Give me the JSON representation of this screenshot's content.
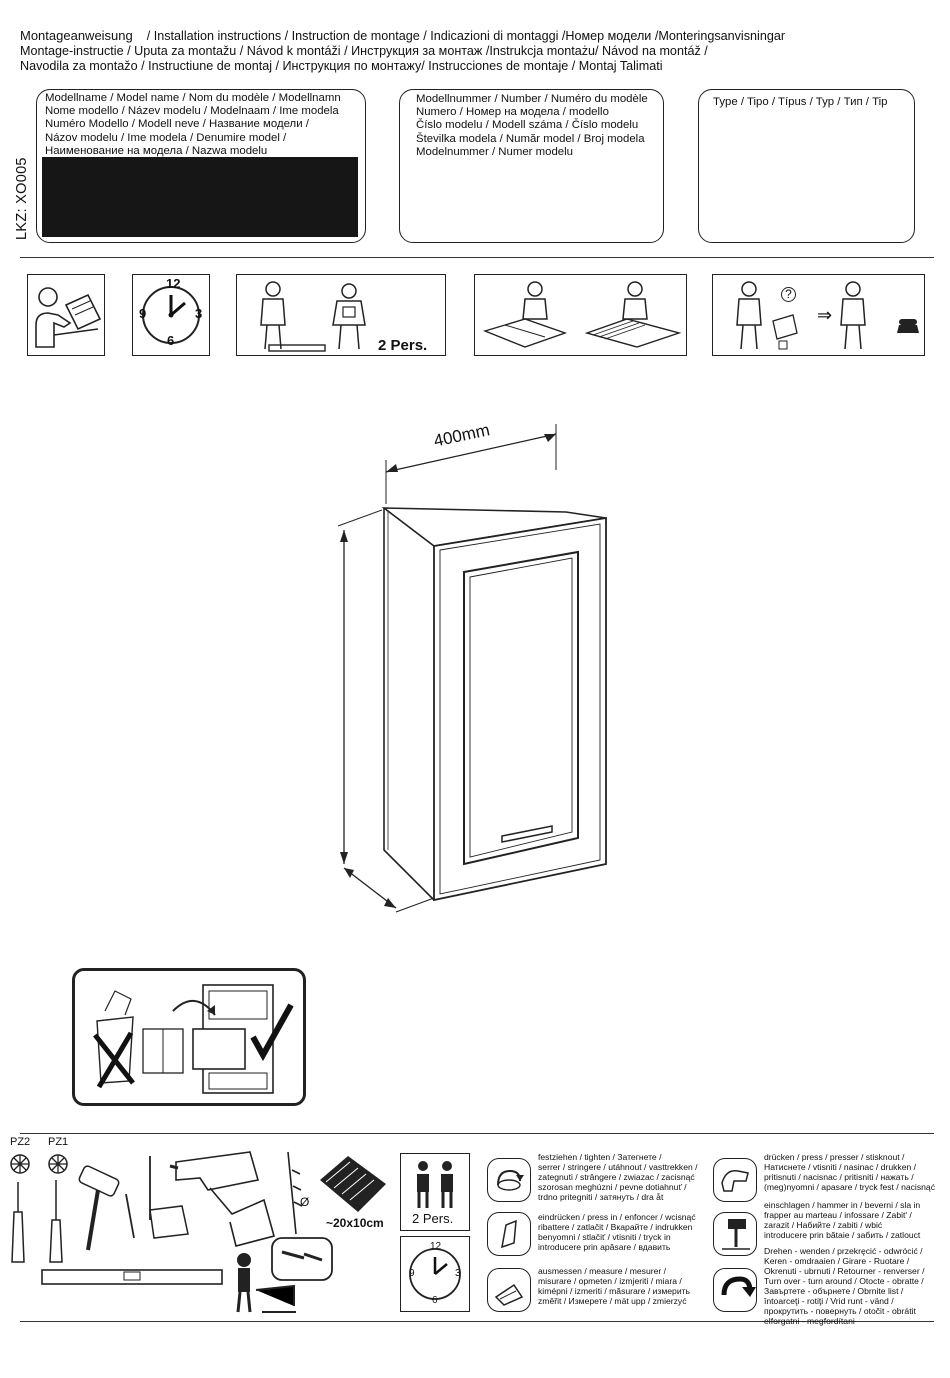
{
  "header": {
    "line1_bold": "Montageanweisung",
    "line1_rest": "/ Installation instructions / Instruction de montage / Indicazioni di montaggi /Номер модели /Monteringsanvisningar",
    "line2": "Montage-instructie / Uputa za montažu / Návod k montáži / Инструкция за монтаж /Instrukcja montażu/ Návod na montáž /",
    "line3": "Navodila za montažo / Instructiune de montaj / Инструкция по монтажу/ Instrucciones de montaje / Montaj Talimati"
  },
  "info_boxes": {
    "model_name_label": "Modellname / Model name / Nom du modèle / Modellnamn\nNome modello / Název modelu / Modelnaam / Ime modela\nNuméro Modello / Modell neve / Название модели /\nNázov modelu / Ime modela / Denumire model /\nНаименование на модела / Nazwa modelu",
    "lkz": "LKZ: XO005",
    "model_number_label": "Modellnummer / Number / Numéro du modèle\nNumero /  Номер на модела / modello\nČíslo modelu / Modell száma / Číslo modelu\nŠtevilka modela / Număr model / Broj modela\nModelnummer / Numer modelu",
    "type_label": "Type / Tipo / Típus / Typ / Тип / Tip"
  },
  "top_icons": {
    "clock_12": "12",
    "clock_3": "3",
    "clock_6": "6",
    "clock_9": "9",
    "two_persons": "2 Pers.",
    "question_mark": "?",
    "arrow": "⇒"
  },
  "drawing": {
    "width_dimension": "400mm"
  },
  "tools": {
    "pz2": "PZ2",
    "pz1": "PZ1",
    "dowel_symbol": "Ø",
    "board_size": "~20x10cm",
    "two_persons": "2 Pers.",
    "clock_12": "12",
    "clock_3": "3",
    "clock_6": "6",
    "clock_9": "9"
  },
  "actions": {
    "tighten": "festziehen / tighten / Затегнете /\nserrer / stringere / utáhnout / vasttrekken /\nzategnuti / strângere / zwiazac / zacisnąć\nszorosan meghúzni / pevne dotiahnuť /\ntrdno pritegniti / затянуть / dra åt",
    "press_in": "eindrücken / press in / enfoncer / wcisnąć\nribattere / zatlačit / Вкарайте / indrukken\nbenyomni / stlačiť / vtisniti / tryck in\nintroducere prin apăsare / вдавить",
    "measure": "ausmessen / measure / mesurer /\nmisurare / opmeten / izmjeriti / miara /\nkiméрni / izmeriti / măsurare / измерить\nzměřit / Измерете / mät upp / zmierzyć",
    "press": "drücken / press / presser / stisknout /\nНатиснете / vtisniti / nasinac / drukken /\npritisnuti / nacisnac / pritisniti / нажать /\n(meg)nyomni / apasare / tryck fest / nacisnąć",
    "hammer_in": "einschlagen / hammer in / beverni / sla in\nfrapper au marteau / infossare / Zabit' /\nzarazit / Набийте / zabiti / wbić\nintroducere prin bătaie / забить / zatlouct",
    "turn_over": "Drehen - wenden / przekręcić - odwrócić /\nKeren - omdraaien / Girare - Ruotare /\nOkrenuti - ubrnuti / Retourner - renverser /\nTurn over - turn around / Otocte - obratte /\nЗавъртете - обърнете / Obrnite list /\nîntoarceţi - rotiţi / Vrid runt - vänd /\nпрокрутить - повернуть / otočit - obrátit\nelforgatni - megfordítani"
  }
}
